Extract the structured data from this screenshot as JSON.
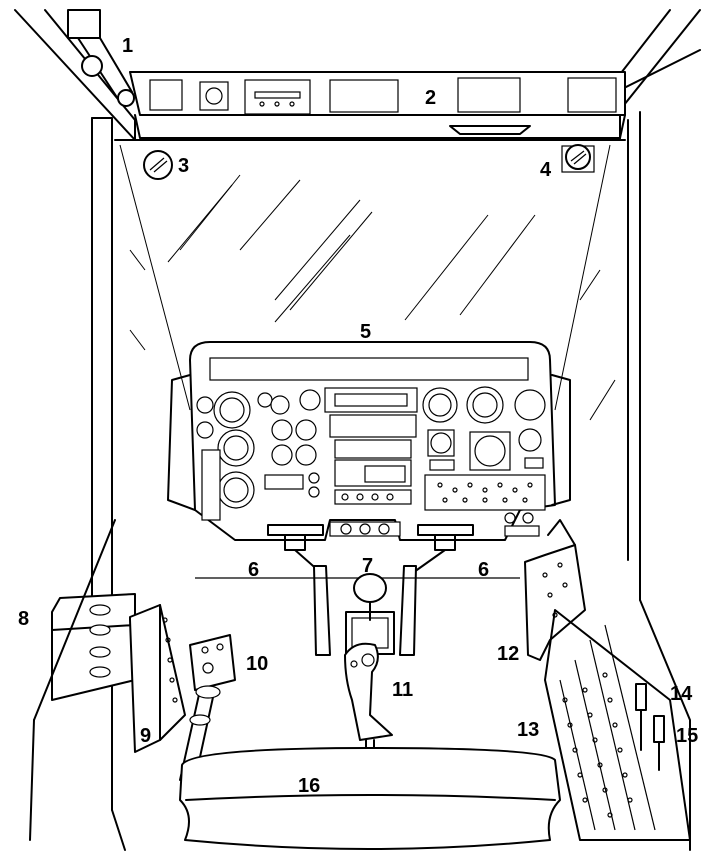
{
  "diagram": {
    "callouts": [
      {
        "id": "1",
        "label": "1"
      },
      {
        "id": "2",
        "label": "2"
      },
      {
        "id": "3",
        "label": "3"
      },
      {
        "id": "4",
        "label": "4"
      },
      {
        "id": "5",
        "label": "5"
      },
      {
        "id": "6a",
        "label": "6"
      },
      {
        "id": "6b",
        "label": "6"
      },
      {
        "id": "7",
        "label": "7"
      },
      {
        "id": "8",
        "label": "8"
      },
      {
        "id": "9",
        "label": "9"
      },
      {
        "id": "10",
        "label": "10"
      },
      {
        "id": "11",
        "label": "11"
      },
      {
        "id": "12",
        "label": "12"
      },
      {
        "id": "13",
        "label": "13"
      },
      {
        "id": "14",
        "label": "14"
      },
      {
        "id": "15",
        "label": "15"
      },
      {
        "id": "16",
        "label": "16"
      }
    ]
  }
}
